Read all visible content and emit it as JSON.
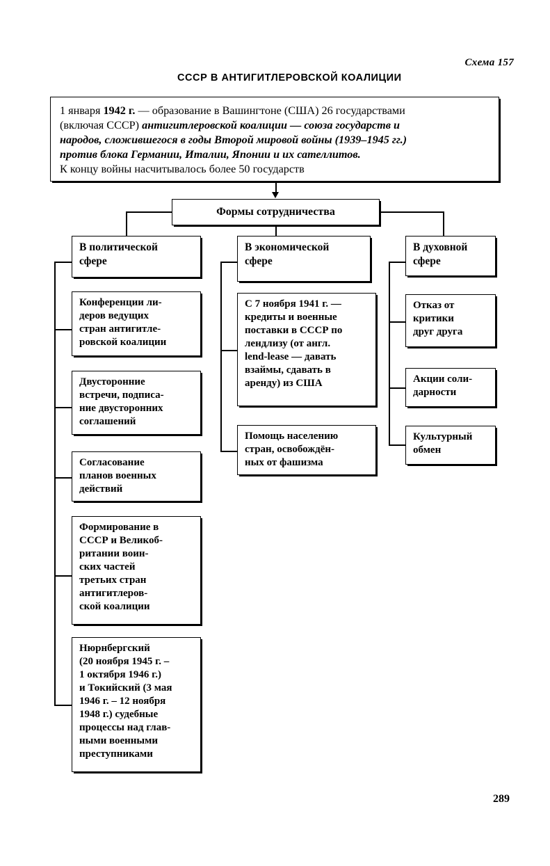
{
  "header": {
    "scheme_number": "Схема 157",
    "title": "СССР В АНТИГИТЛЕРОВСКОЙ КОАЛИЦИИ"
  },
  "folio": "289",
  "intro": {
    "line1_a": "1 января ",
    "line1_b": "1942 г.",
    "line1_c": " — образование в Вашингтоне (США) 26 государствами",
    "line2_a": "(включая СССР) ",
    "line2_b": "антигитлеровской коалиции — союза государств и",
    "line3": "народов, сложившегося в годы Второй мировой войны (1939–1945 гг.)",
    "line4": "против блока Германии, Италии, Японии и их сателлитов.",
    "line5": "К концу войны насчитывалось более 50 государств"
  },
  "root": {
    "label": "Формы сотрудничества"
  },
  "columns": [
    {
      "id": "political",
      "head": {
        "l1": "В политической",
        "l2": "сфере"
      },
      "items": [
        {
          "l1": "Конференции ли-",
          "l2": "деров ведущих",
          "l3": "стран антигитле-",
          "l4": "ровской коалиции"
        },
        {
          "l1": "Двусторонние",
          "l2": "встречи, подписа-",
          "l3": "ние двусторонних",
          "l4": "соглашений"
        },
        {
          "l1": "Согласование",
          "l2": "планов военных",
          "l3": "действий"
        },
        {
          "l1": "Формирование в",
          "l2": "СССР и Великоб-",
          "l3": "ритании воин-",
          "l4": "ских частей",
          "l5": "третьих стран",
          "l6": "антигитлеров-",
          "l7": "ской коалиции"
        },
        {
          "l1": "Нюрнбергский",
          "l2": "(20 ноября 1945 г. –",
          "l3": "1 октября 1946 г.)",
          "l4": "и Токийский (3 мая",
          "l5": "1946 г. – 12 ноября",
          "l6": "1948 г.) судебные",
          "l7": "процессы над глав-",
          "l8": "ными военными",
          "l9": "преступниками"
        }
      ]
    },
    {
      "id": "economic",
      "head": {
        "l1": "В экономической",
        "l2": "сфере"
      },
      "items": [
        {
          "l1": "С 7 ноября 1941 г. —",
          "l2": "кредиты и военные",
          "l3": "поставки в СССР по",
          "l4": "лендлизу (от англ.",
          "l5": "lend-lease — давать",
          "l6": "взаймы, сдавать в",
          "l7": "аренду) из США"
        },
        {
          "l1": "Помощь населению",
          "l2": "стран, освобождён-",
          "l3": "ных от фашизма"
        }
      ]
    },
    {
      "id": "spiritual",
      "head": {
        "l1": "В духовной",
        "l2": "сфере"
      },
      "items": [
        {
          "l1": "Отказ от",
          "l2": "критики",
          "l3": "друг друга"
        },
        {
          "l1": "Акции соли-",
          "l2": "дарности"
        },
        {
          "l1": "Культурный",
          "l2": "обмен"
        }
      ]
    }
  ]
}
